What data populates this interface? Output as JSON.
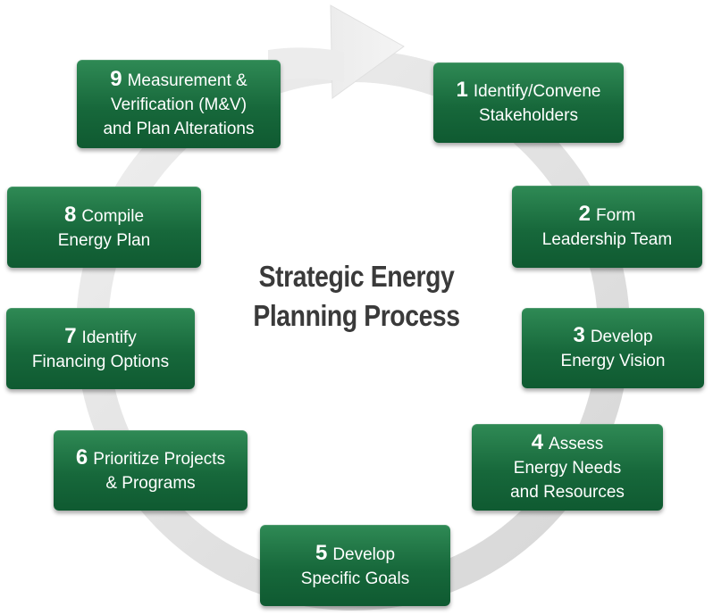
{
  "title": {
    "line1": "Strategic Energy",
    "line2": "Planning Process"
  },
  "colors": {
    "box": "#17683b",
    "ring": "#dcdcdc",
    "title": "#3a3a3a"
  },
  "steps": [
    {
      "number": "1",
      "line1": "Identify/Convene",
      "line2": "Stakeholders"
    },
    {
      "number": "2",
      "line1": "Form",
      "line2": "Leadership Team"
    },
    {
      "number": "3",
      "line1": "Develop",
      "line2": "Energy Vision"
    },
    {
      "number": "4",
      "line1": "Assess",
      "line2": "Energy Needs",
      "line3": "and Resources"
    },
    {
      "number": "5",
      "line1": "Develop",
      "line2": "Specific Goals"
    },
    {
      "number": "6",
      "line1": "Prioritize Projects",
      "line2": "& Programs"
    },
    {
      "number": "7",
      "line1": "Identify",
      "line2": "Financing Options"
    },
    {
      "number": "8",
      "line1": "Compile",
      "line2": "Energy Plan"
    },
    {
      "number": "9",
      "line1": "Measurement &",
      "line2": "Verification (M&V)",
      "line3": "and Plan Alterations"
    }
  ]
}
